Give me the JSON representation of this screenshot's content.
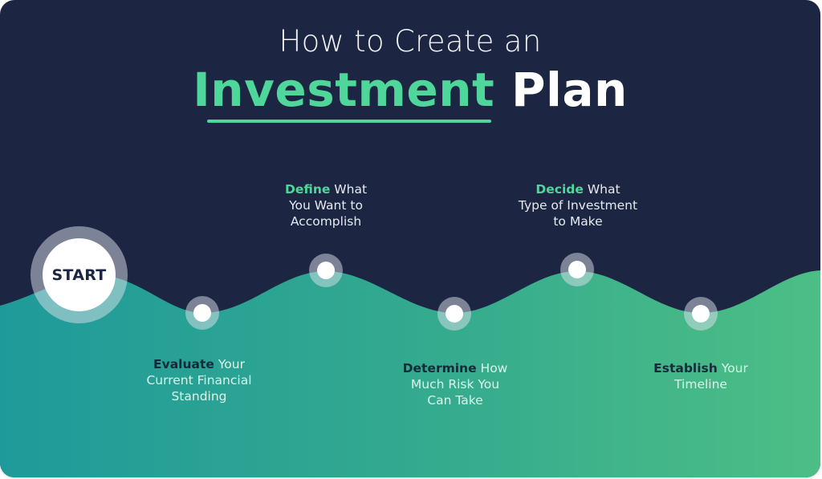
{
  "title": {
    "line1": "How to Create an",
    "line2_accent": "Investment",
    "line2_plain": "Plan"
  },
  "colors": {
    "background": "#1c2541",
    "accent": "#4fd69a",
    "wave_left": "#1f9a9a",
    "wave_right": "#4dbe85",
    "text_light": "#ffffff",
    "text_dark": "#142a3a"
  },
  "start": {
    "label": "START"
  },
  "steps": [
    {
      "lead": "Evaluate",
      "rest": " Your",
      "line2": "Current Financial",
      "line3": "Standing",
      "position": "below"
    },
    {
      "lead": "Define",
      "rest": " What",
      "line2": "You Want to",
      "line3": "Accomplish",
      "position": "above"
    },
    {
      "lead": "Determine",
      "rest": " How",
      "line2": "Much Risk You",
      "line3": "Can Take",
      "position": "below"
    },
    {
      "lead": "Decide",
      "rest": " What",
      "line2": "Type of Investment",
      "line3": "to Make",
      "position": "above"
    },
    {
      "lead": "Establish",
      "rest": " Your",
      "line2": "Timeline",
      "line3": "",
      "position": "below"
    }
  ]
}
